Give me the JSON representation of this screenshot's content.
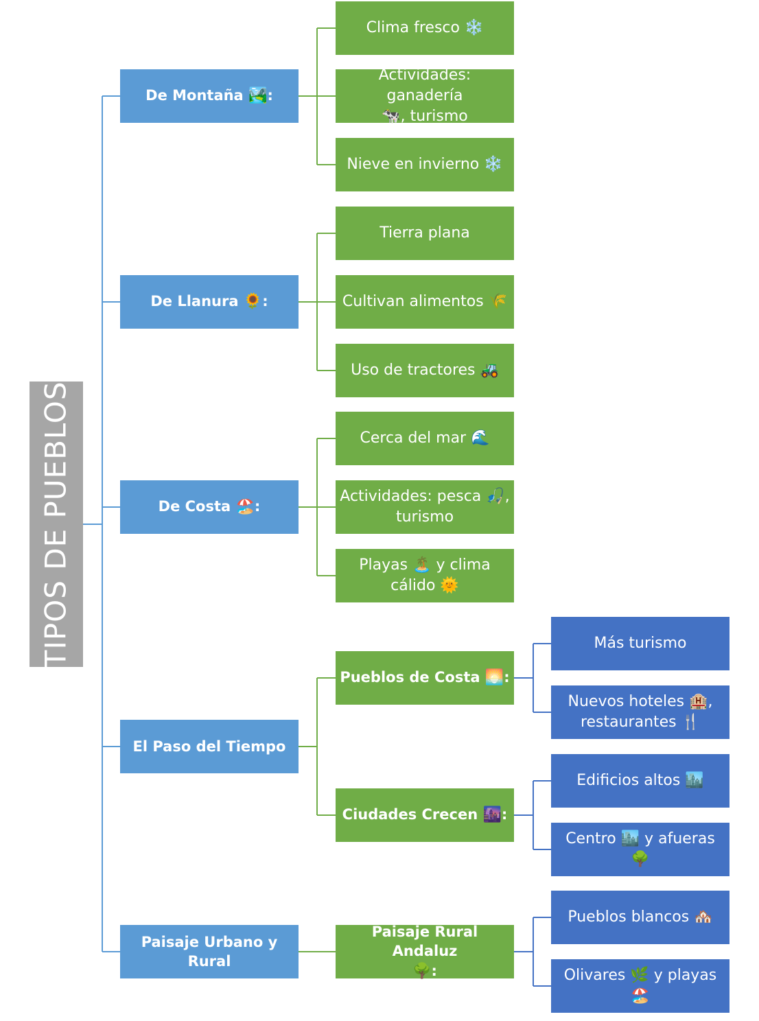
{
  "root": {
    "title": "TIPOS DE PUEBLOS"
  },
  "groups": {
    "montana": {
      "title": "De Montaña",
      "icon": "🏞️",
      "suffix": ":",
      "items": [
        {
          "text": "Clima fresco",
          "icon": "❄️"
        },
        {
          "text": "Actividades: ganadería",
          "icon": "🐄",
          "tail": ", turismo"
        },
        {
          "text": "Nieve en invierno",
          "icon": "❄️"
        }
      ]
    },
    "llanura": {
      "title": "De Llanura",
      "icon": "🌻",
      "suffix": ":",
      "items": [
        {
          "text": "Tierra plana"
        },
        {
          "text": "Cultivan alimentos",
          "icon": "🌾"
        },
        {
          "text": "Uso de tractores",
          "icon": "🚜"
        }
      ]
    },
    "costa": {
      "title": "De Costa",
      "icon": "🏖️",
      "suffix": ":",
      "items": [
        {
          "text": "Cerca del mar",
          "icon": "🌊"
        },
        {
          "text": "Actividades: pesca",
          "icon": "🎣",
          "tail": ", turismo"
        },
        {
          "text": "Playas",
          "icon": "🏝️",
          "text2": "y clima cálido",
          "icon2": "🌞"
        }
      ]
    },
    "tiempo": {
      "title": "El Paso del Tiempo",
      "sub": [
        {
          "title": "Pueblos de Costa",
          "icon": "🌅",
          "suffix": ":",
          "items": [
            {
              "text": "Más turismo"
            },
            {
              "text": "Nuevos hoteles",
              "icon": "🏨",
              "tail": ", restaurantes",
              "icon2": "🍴"
            }
          ]
        },
        {
          "title": "Ciudades Crecen",
          "icon": "🌆",
          "suffix": ":",
          "items": [
            {
              "text": "Edificios altos",
              "icon": "🏙️"
            },
            {
              "text": "Centro",
              "icon": "🏙️",
              "text2": "y afueras",
              "icon2": "🌳"
            }
          ]
        }
      ]
    },
    "paisaje": {
      "title": "Paisaje Urbano y Rural",
      "sub": [
        {
          "title": "Paisaje Rural Andaluz",
          "icon": "🌳",
          "suffix": ":",
          "items": [
            {
              "text": "Pueblos blancos",
              "icon": "🏘️"
            },
            {
              "text": "Olivares",
              "icon": "🌿",
              "text2": "y playas",
              "icon2": "🏖️"
            }
          ]
        }
      ]
    }
  },
  "colors": {
    "root": "#a6a6a6",
    "level1": "#5b9bd5",
    "level2": "#70ad47",
    "level3": "#4472c4",
    "connector_blue": "#5b9bd5",
    "connector_green": "#70ad47",
    "connector_darkblue": "#4472c4"
  }
}
